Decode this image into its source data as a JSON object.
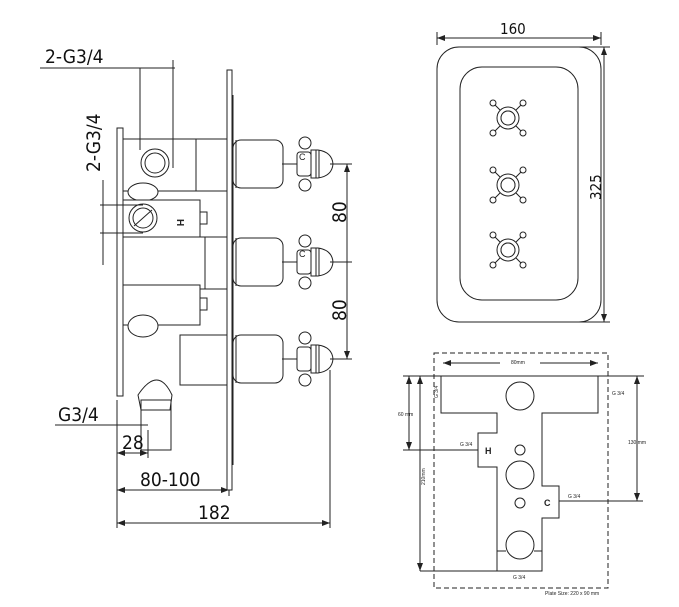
{
  "side_view": {
    "labels": {
      "outlet_top": "2-G3/4",
      "outlet_side": "2-G3/4",
      "inlet_bottom": "G3/4",
      "depth_28": "28",
      "depth_range": "80-100",
      "total_depth": "182",
      "spacing_1": "80",
      "spacing_2": "80",
      "hot_mark": "H",
      "cold_mark": "C"
    }
  },
  "front_view": {
    "labels": {
      "width": "160",
      "height": "325"
    },
    "handle_count": 3
  },
  "plate_diagram": {
    "labels": {
      "width": "80mm",
      "top_offset": "60 mm",
      "total_height": "210mm",
      "right_offset": "130 mm",
      "port_top_left": "G 3/4",
      "port_top_right": "G 3/4",
      "port_hot": "G 3/4",
      "port_cold": "G 3/4",
      "port_bottom": "G 3/4",
      "hot": "H",
      "cold": "C",
      "plate_size": "Plate Size: 220 x 90 mm"
    }
  }
}
